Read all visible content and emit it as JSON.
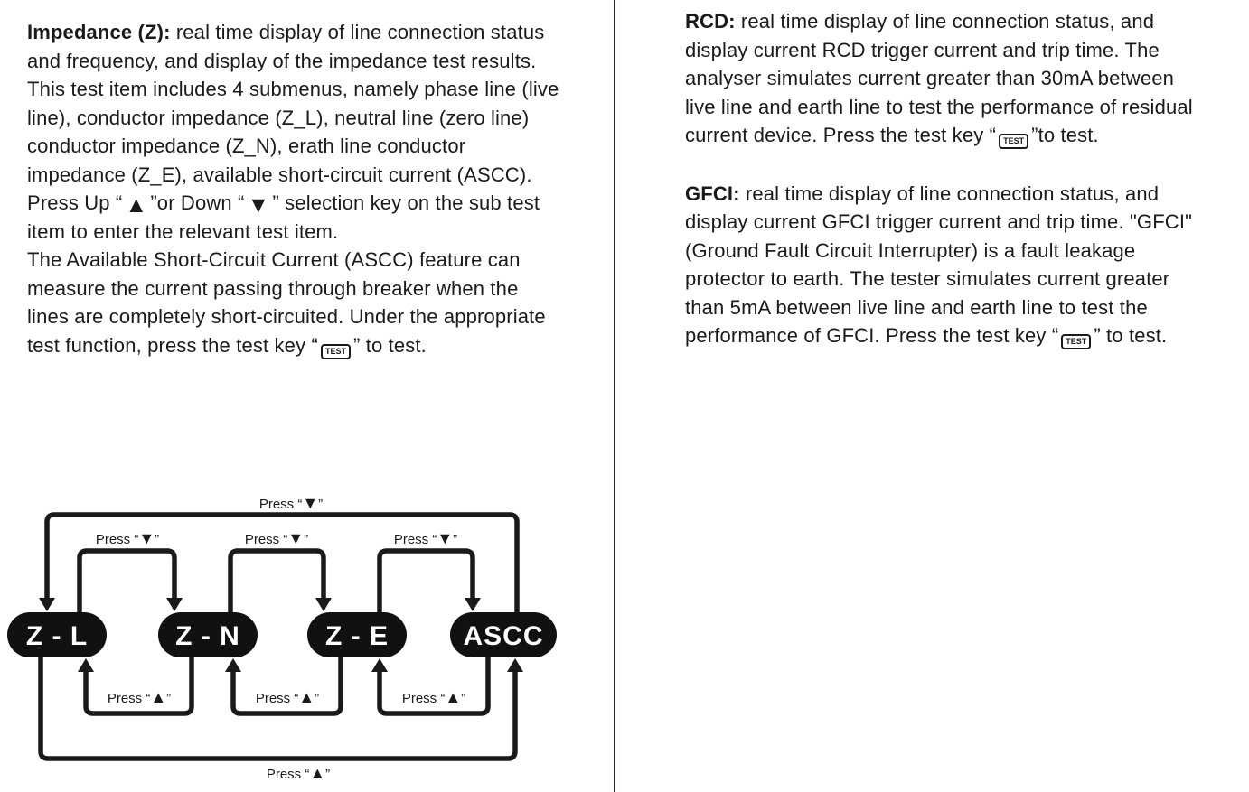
{
  "colors": {
    "background": "#ffffff",
    "ink": "#1a1a1a",
    "node_fill": "#111111",
    "node_text": "#ffffff"
  },
  "icons": {
    "up_triangle": "▲",
    "down_triangle": "▼",
    "test_key_label": "TEST"
  },
  "left_column": {
    "impedance": {
      "heading": "Impedance (Z):",
      "body_1": " real time display of line connection status and frequency, and display of the impedance test results. This test item includes 4 submenus, namely phase line (live line), conductor impedance (Z_L), neutral line (zero line) conductor impedance (Z_N), erath line conductor impedance (Z_E), available short-circuit current (ASCC). Press Up “",
      "body_2": "”or Down “",
      "body_3": "” selection key on the sub test item to enter the relevant test item.",
      "ascc_note_1": "The Available Short-Circuit Current (ASCC) feature can measure the current passing through breaker when the lines are completely short-circuited. Under the appropriate test function, press the test key “",
      "ascc_note_2": "” to test."
    }
  },
  "right_column": {
    "rcd": {
      "heading": "RCD:",
      "body_1": " real time display of line connection status, and display current RCD trigger current and trip time. The analyser simulates current greater than 30mA between live line and earth line to test the performance of residual current device. Press the test key “",
      "body_2": "”to test."
    },
    "gfci": {
      "heading": "GFCI:",
      "body_1": " real time display of line connection status, and display current GFCI trigger current and trip time. \"GFCI\" (Ground Fault Circuit Interrupter) is a fault leakage protector to earth. The tester simulates current greater than 5mA between live line and earth line to test the performance of GFCI. Press the test key “",
      "body_2": "” to test."
    }
  },
  "diagram": {
    "nodes": [
      "Z - L",
      "Z - N",
      "Z - E",
      "ASCC"
    ],
    "press_prefix": "Press “",
    "close_quote": "”"
  }
}
